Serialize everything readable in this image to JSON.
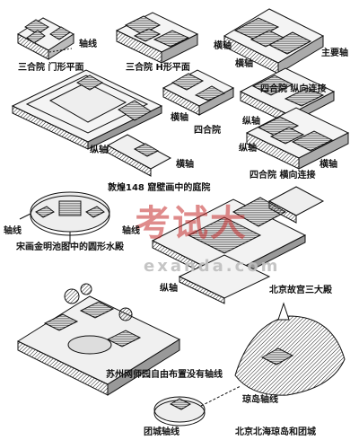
{
  "labels": {
    "axis_top": "轴线",
    "sanheyuan_men": "三合院 门形平面",
    "sanheyuan_h": "三合院 H形平面",
    "hengzhou_1": "横轴",
    "zhuyao_zhou": "主要轴",
    "hengzhou_2": "横轴",
    "siheyuan_zongxiang": "四合院 纵向连接",
    "hengzhou_3": "横轴",
    "zongzhou_1": "纵轴",
    "zongzhou_2": "纵轴",
    "siheyuan": "四合院",
    "zongzhou_3": "纵轴",
    "hengzhou_4": "横轴",
    "hengzhou_5": "横轴",
    "siheyuan_hengxiang": "四合院 横向连接",
    "dunhuang": "敦煌148 窟壁画中的庭院",
    "axis_left": "轴线",
    "axis_mid": "轴线",
    "songhua": "宋画金明池图中的圆形水殿",
    "zongzhou_4": "纵轴",
    "beijing_gugong": "北京故宫三大殿",
    "suzhou": "苏州网师园自由布置没有轴线",
    "qiongdao": "琼岛轴线",
    "tuancheng": "团城轴线",
    "beihai": "北京北海琼岛和团城"
  },
  "watermark": {
    "main": "考试大",
    "url": "exanda.com"
  }
}
